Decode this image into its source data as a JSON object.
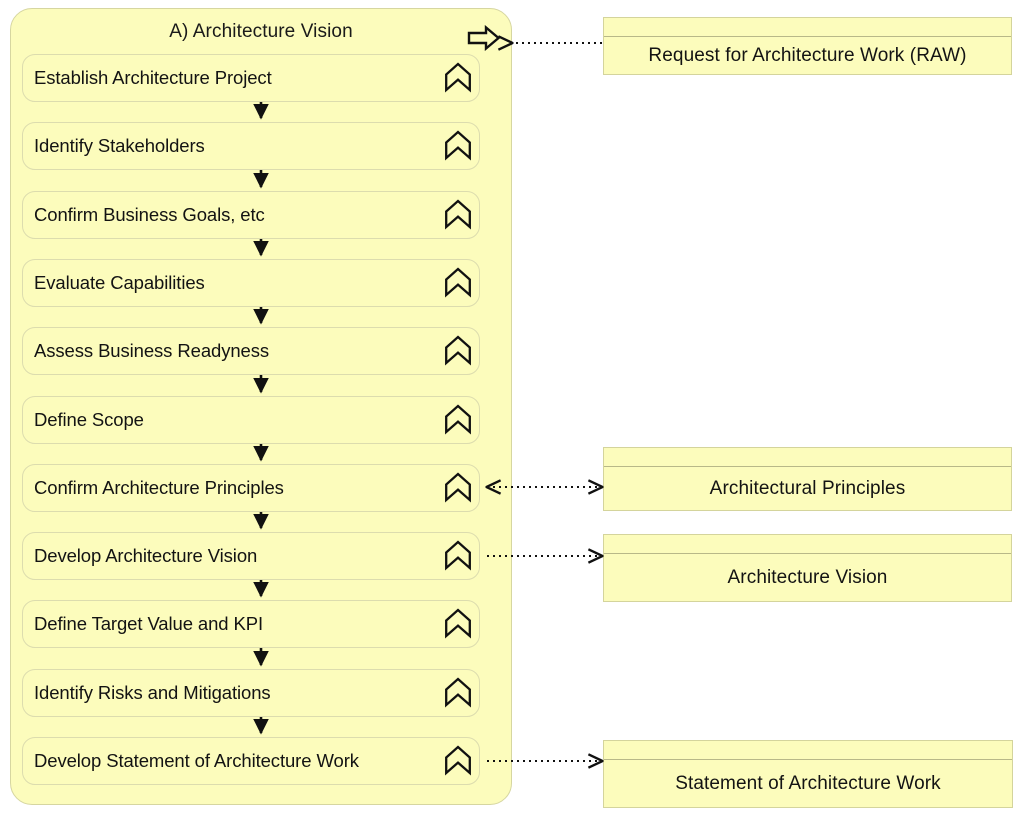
{
  "diagram": {
    "title": "A) Architecture Vision",
    "phase_icon": "process-arrow-right-icon",
    "colors": {
      "fill": "#fcfcbc",
      "container_border": "#d6d6a0",
      "step_border": "#dcdcae",
      "doc_border": "#d4d49c",
      "doc_divider": "#b8b888",
      "connector": "#1a1a1a",
      "text": "#131313"
    },
    "steps": [
      {
        "label": "Establish Architecture Project",
        "icon": "process-chevron-up-icon"
      },
      {
        "label": "Identify Stakeholders",
        "icon": "process-chevron-up-icon"
      },
      {
        "label": "Confirm Business Goals, etc",
        "icon": "process-chevron-up-icon"
      },
      {
        "label": "Evaluate Capabilities",
        "icon": "process-chevron-up-icon"
      },
      {
        "label": "Assess Business Readyness",
        "icon": "process-chevron-up-icon"
      },
      {
        "label": "Define Scope",
        "icon": "process-chevron-up-icon"
      },
      {
        "label": "Confirm Architecture Principles",
        "icon": "process-chevron-up-icon"
      },
      {
        "label": "Develop Architecture Vision",
        "icon": "process-chevron-up-icon"
      },
      {
        "label": "Define Target Value and KPI",
        "icon": "process-chevron-up-icon"
      },
      {
        "label": "Identify Risks and Mitigations",
        "icon": "process-chevron-up-icon"
      },
      {
        "label": "Develop Statement of Architecture Work",
        "icon": "process-chevron-up-icon"
      }
    ],
    "documents": [
      {
        "label": "Request for Architecture Work (RAW)"
      },
      {
        "label": "Architectural Principles"
      },
      {
        "label": "Architecture Vision"
      },
      {
        "label": "Statement of Architecture Work"
      }
    ],
    "connectors": [
      {
        "from": "A) Architecture Vision",
        "to": "Request for Architecture Work (RAW)",
        "style": "dotted",
        "direction": "left"
      },
      {
        "from": "Confirm Architecture Principles",
        "to": "Architectural Principles",
        "style": "dotted",
        "direction": "both"
      },
      {
        "from": "Develop Architecture Vision",
        "to": "Architecture Vision",
        "style": "dotted",
        "direction": "right"
      },
      {
        "from": "Develop Statement of Architecture Work",
        "to": "Statement of Architecture Work",
        "style": "dotted",
        "direction": "right"
      }
    ]
  }
}
